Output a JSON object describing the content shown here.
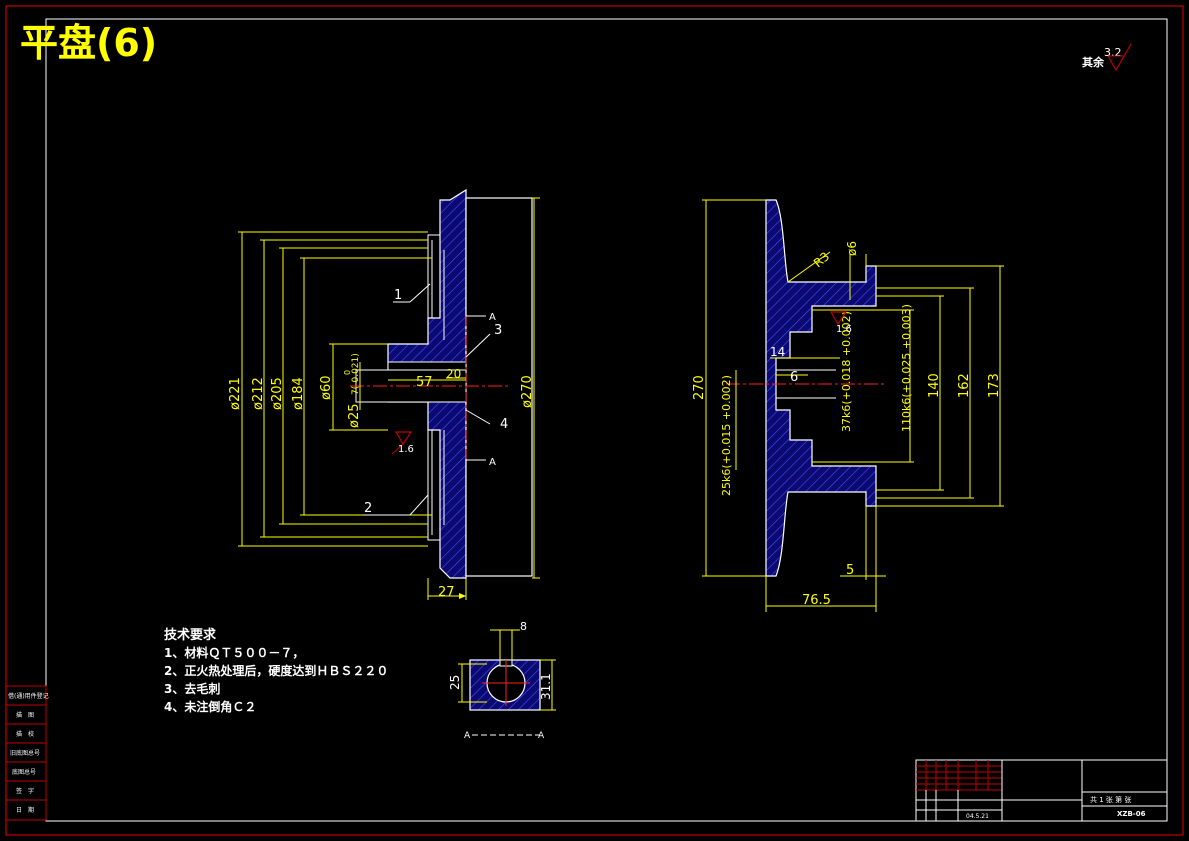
{
  "title": "平盘(6)",
  "roughness_note": {
    "prefix": "其余",
    "value": "3.2"
  },
  "left_view": {
    "dia_221": "ø221",
    "dia_212": "ø212",
    "dia_205": "ø205",
    "dia_184": "ø184",
    "dia_60": "ø60",
    "dia_25": "ø25",
    "tol_upper": "0",
    "tol_lower": "7(-0.021)",
    "dim_57": "57",
    "dim_20": "20",
    "dia_270": "ø270",
    "dim_27": "27",
    "rough_16": "1.6",
    "callout_1": "1",
    "callout_2": "2",
    "callout_3": "3",
    "callout_4": "4",
    "section_a_top": "A",
    "section_a_bottom": "A"
  },
  "right_view": {
    "dim_270": "270",
    "dim_r3": "R3",
    "dim_d6": "ø6",
    "dim_14": "14",
    "dim_6": "6",
    "dim_37k6": "37k6(+0.018 +0.002)",
    "dim_110k6": "110k6(+0.025 +0.003)",
    "dim_140": "140",
    "dim_162": "162",
    "dim_173": "173",
    "dim_25k6": "25k6(+0.015 +0.002)",
    "dim_76_5": "76.5",
    "dim_5": "5",
    "rough_16": "1.6"
  },
  "section_view": {
    "dim_8": "8",
    "dim_25": "25",
    "dim_31_1": "31.1",
    "label_a_left": "A",
    "label_a_right": "A"
  },
  "tech_requirements": {
    "heading": "技术要求",
    "items": [
      "1、材料ＱＴ５００－７，",
      "2、正火热处理后，硬度达到ＨＢＳ２２０",
      "3、去毛刺",
      "4、未注倒角Ｃ２"
    ]
  },
  "left_block": {
    "rows": [
      "借(通)用件登记",
      "描　图",
      "描　校",
      "旧底图总号",
      "底图总号",
      "签　字",
      "日　期"
    ]
  },
  "title_block": {
    "drawing_no": "XZB-06",
    "date": "04.5.21",
    "page_info": "共 1 张 第 张"
  },
  "colors": {
    "border": "#c00000",
    "lines": "#ffffff",
    "dims": "#ffff00",
    "hatch": "#3030ff",
    "center": "#ff2020"
  }
}
